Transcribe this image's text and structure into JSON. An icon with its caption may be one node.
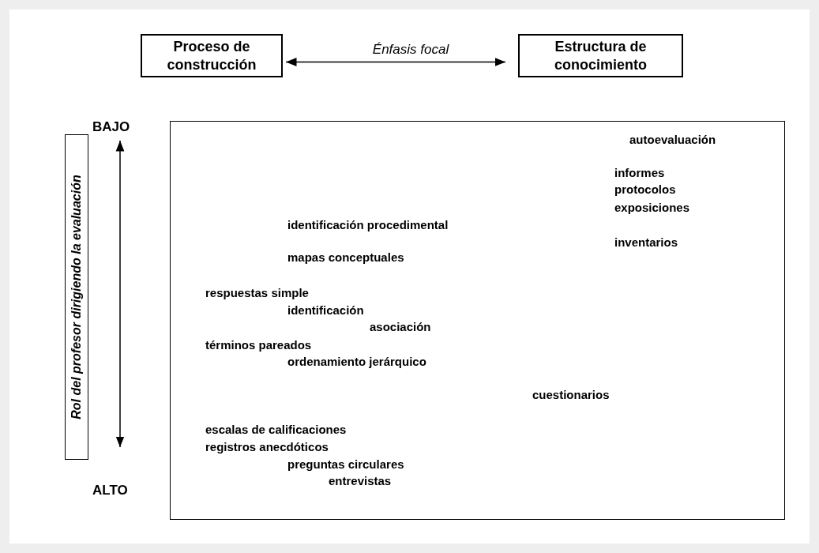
{
  "diagram": {
    "nodes": [
      {
        "text": [
          "Proceso de construcción"
        ]
      },
      {
        "text": [
          "Estructura de conocimiento"
        ]
      },
      {
        "text": [
          "Rol del profesor dirigiendo la evaluación"
        ]
      },
      {
        "text": [],
        "shape": "box"
      }
    ],
    "edges": [
      {
        "from": 0,
        "to": 1,
        "arrow": "both",
        "label": "Énfasis focal"
      }
    ],
    "labels": [
      "BAJO",
      "autoevaluación",
      "informes",
      "protocolos",
      "exposiciones",
      "identificación procedimental",
      "inventarios",
      "mapas conceptuales",
      "respuestas simple",
      "identificación",
      "asociación",
      "términos pareados",
      "ordenamiento jerárquico",
      "cuestionarios",
      "escalas de calificaciones",
      "registros anecdóticos",
      "preguntas circulares",
      "entrevistas",
      "ALTO"
    ]
  }
}
